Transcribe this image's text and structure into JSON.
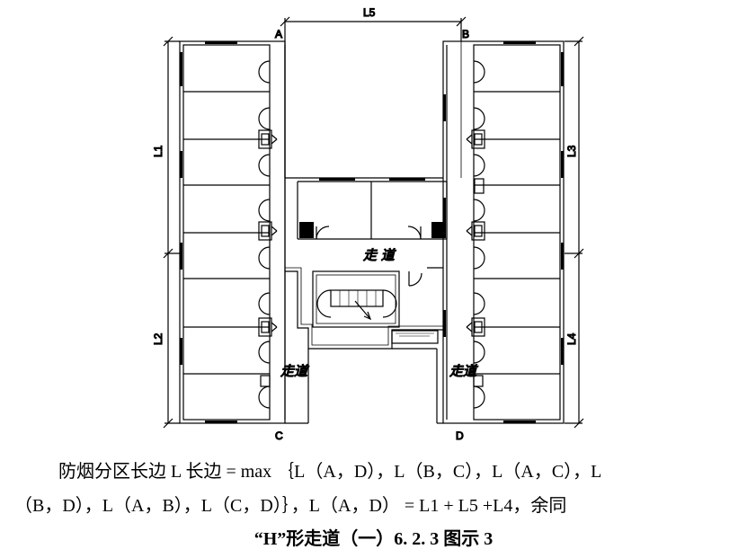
{
  "points": {
    "a": "A",
    "b": "B",
    "c": "C",
    "d": "D"
  },
  "dims": {
    "l1": "L1",
    "l2": "L2",
    "l3": "L3",
    "l4": "L4",
    "l5": "L5"
  },
  "corridor_labels": {
    "center": "走 道",
    "left": "走道",
    "right": "走道"
  },
  "caption": {
    "line1": "防烟分区长边 L 长边 = max ｛L（A，D），L（B，C），L（A，C），L",
    "line2": "（B，D），L（A，B），L（C，D）｝，L（A，D） = L1 + L5 +L4，余同",
    "title": "“H”形走道（一）6. 2. 3 图示 3"
  }
}
